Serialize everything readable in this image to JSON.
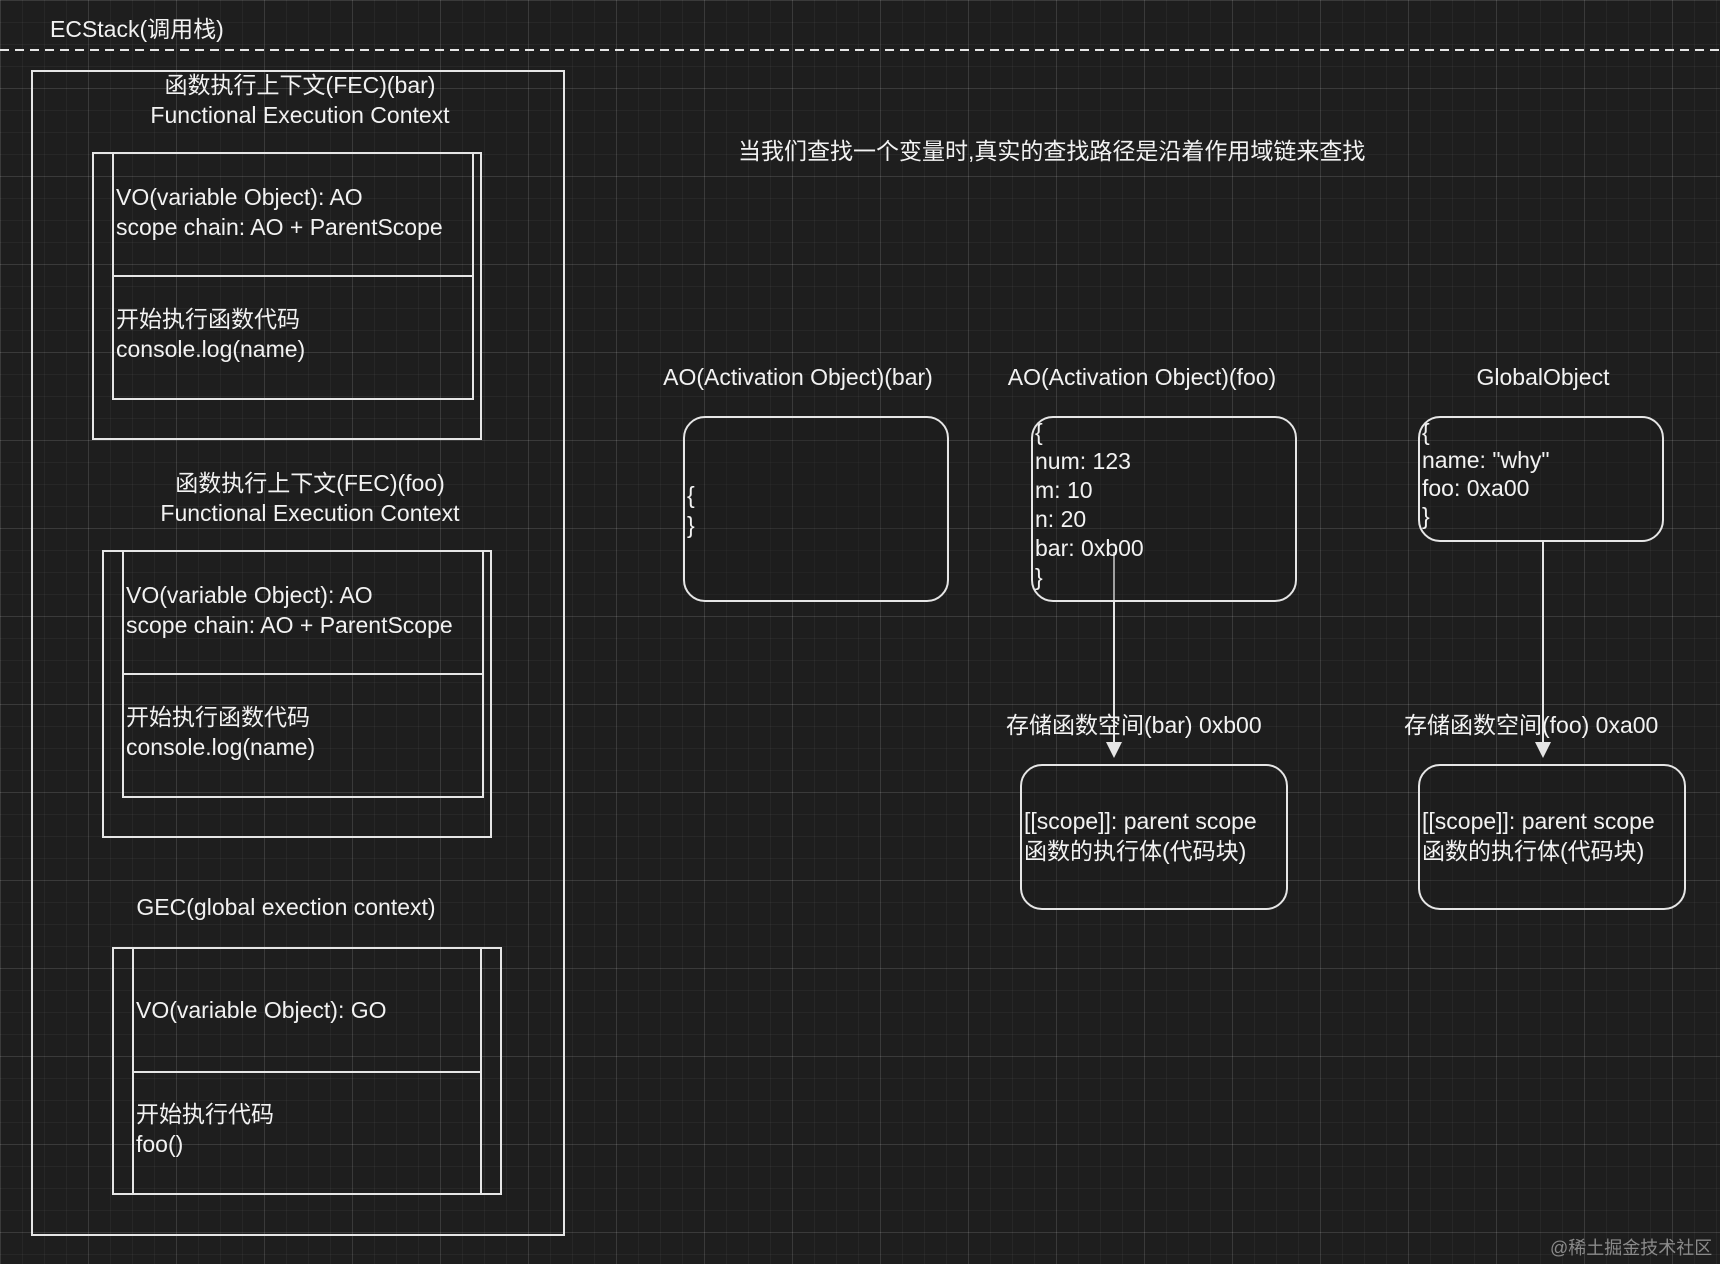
{
  "ecstack": {
    "title": "ECStack(调用栈)",
    "fec_bar": {
      "title": "函数执行上下文(FEC)(bar)\nFunctional Execution Context",
      "vo": "VO(variable Object): AO\nscope chain: AO + ParentScope",
      "exec": "开始执行函数代码\nconsole.log(name)"
    },
    "fec_foo": {
      "title": "函数执行上下文(FEC)(foo)\nFunctional Execution Context",
      "vo": "VO(variable Object): AO\nscope chain: AO + ParentScope",
      "exec": "开始执行函数代码\nconsole.log(name)"
    },
    "gec": {
      "title": "GEC(global exection context)",
      "vo": "VO(variable Object): GO",
      "exec": "开始执行代码\nfoo()"
    }
  },
  "note": "当我们查找一个变量时,真实的查找路径是沿着作用域链来查找",
  "ao_bar": {
    "title": "AO(Activation Object)(bar)",
    "content": "{\n}"
  },
  "ao_foo": {
    "title": "AO(Activation Object)(foo)",
    "content": "{\nnum: 123\nm: 10\nn: 20\nbar: 0xb00\n}"
  },
  "global_object": {
    "title": "GlobalObject",
    "content": "{\nname: \"why\"\nfoo: 0xa00\n}"
  },
  "func_bar": {
    "label": "存储函数空间(bar) 0xb00",
    "content": "[[scope]]: parent scope\n函数的执行体(代码块)"
  },
  "func_foo": {
    "label": "存储函数空间(foo) 0xa00",
    "content": "[[scope]]: parent scope\n函数的执行体(代码块)"
  },
  "watermark": "@稀土掘金技术社区",
  "colors": {
    "background": "#1e1e1e",
    "stroke": "#e6e6e6",
    "text": "#f2f2f2"
  }
}
